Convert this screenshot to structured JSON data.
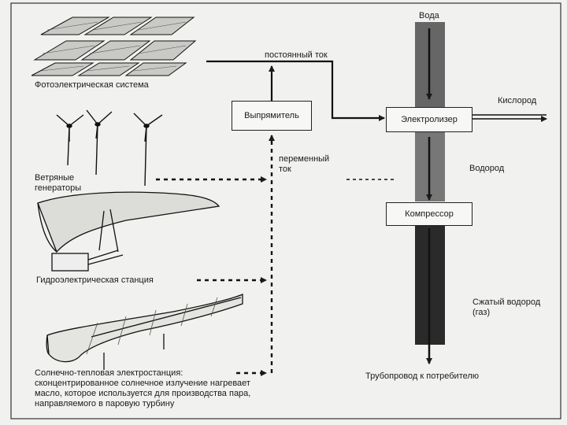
{
  "labels": {
    "water": "Вода",
    "dc": "постоянный ток",
    "pv_system": "Фотоэлектрическая система",
    "oxygen": "Кислород",
    "ac": "переменный ток",
    "wind": "Ветряные генераторы",
    "hydrogen": "Водород",
    "hydro": "Гидроэлектрическая станция",
    "compressed_h2": "Сжатый водород (газ)",
    "solar_thermal": "Солнечно-тепловая электростанция: сконцентрированное солнечное излучение нагревает масло, которое используется для производства пара, направляемого в паровую турбину",
    "pipeline": "Трубопровод к потребителю"
  },
  "boxes": {
    "rectifier": "Выпрямитель",
    "electrolyzer": "Электролизер",
    "compressor": "Компрессор"
  }
}
